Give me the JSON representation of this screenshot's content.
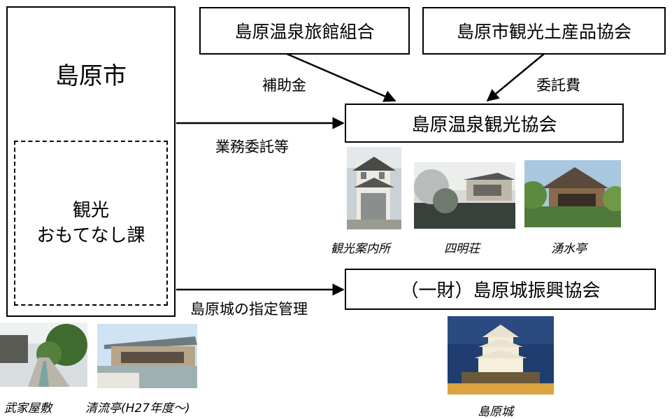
{
  "city": {
    "title": "島原市",
    "dept": "観光\nおもてなし課"
  },
  "ryokan_assoc": "島原温泉旅館組合",
  "souvenir_assoc": "島原市観光土産品協会",
  "tourism_assoc": "島原温泉観光協会",
  "castle_foundation": "（一財）島原城振興協会",
  "edges": {
    "subsidy": "補助金",
    "commission_fee": "委託費",
    "outsourcing": "業務委託等",
    "castle_management": "島原城の指定管理"
  },
  "captions": {
    "info_center": "観光案内所",
    "shimeiso": "四明荘",
    "yusuitei": "湧水亭",
    "bukeyashiki": "武家屋敷",
    "seiryutei": "清流亭(H27年度～)",
    "castle": "島原城"
  }
}
